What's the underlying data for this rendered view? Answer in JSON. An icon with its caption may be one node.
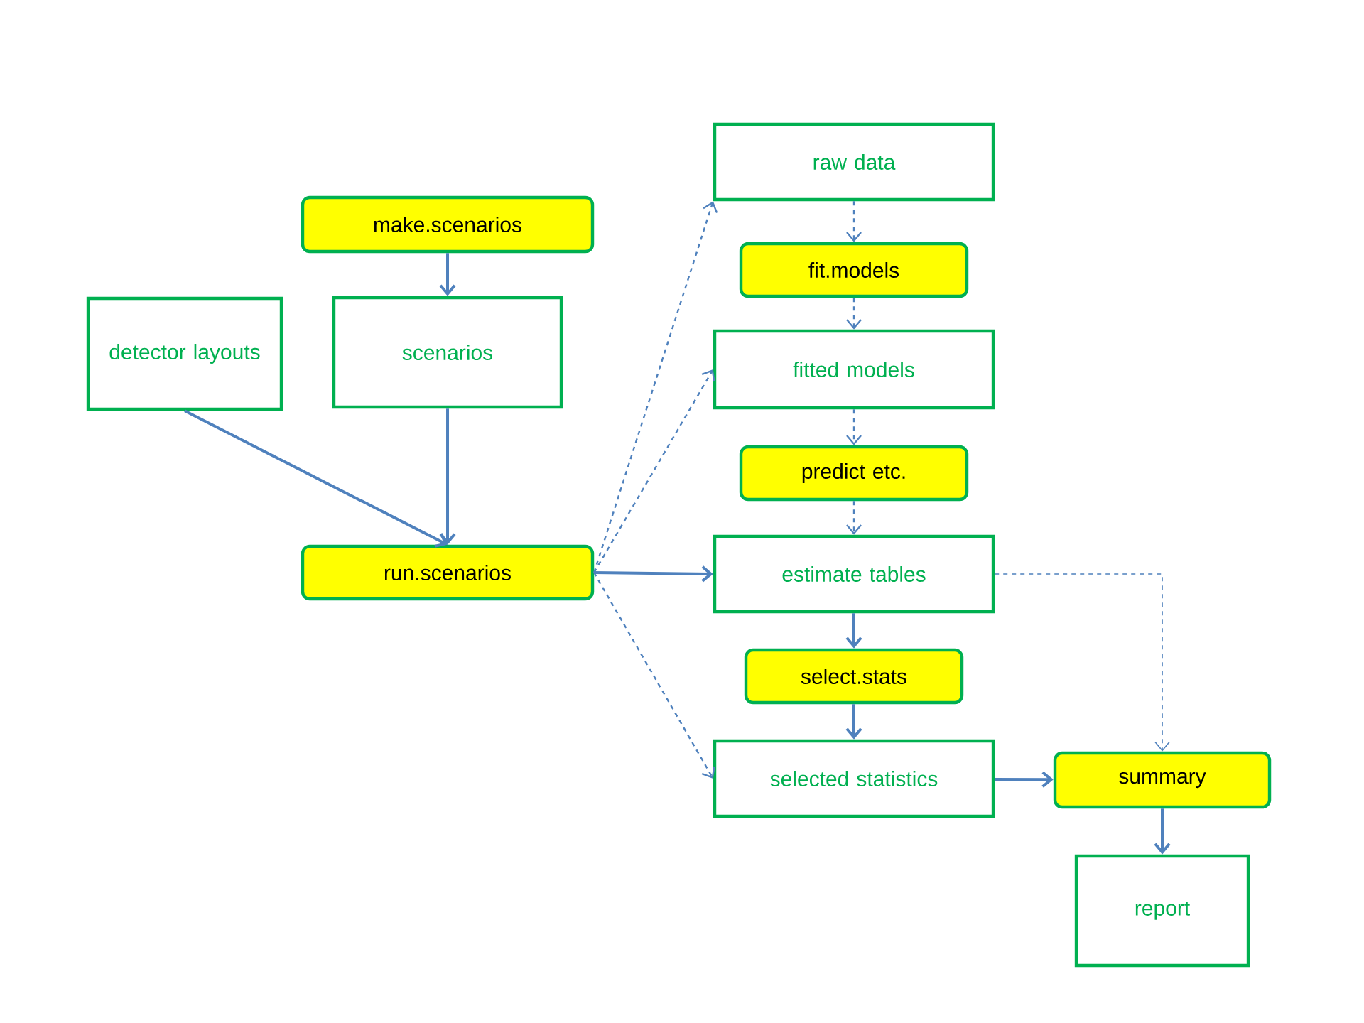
{
  "diagram": {
    "nodes": [
      {
        "text": [
          "make.scenarios"
        ]
      },
      {
        "text": [
          "detector layouts"
        ]
      },
      {
        "text": [
          "scenarios"
        ]
      },
      {
        "text": [
          "run.scenarios"
        ]
      },
      {
        "text": [
          "raw data"
        ]
      },
      {
        "text": [
          "fit.models"
        ]
      },
      {
        "text": [
          "fitted models"
        ]
      },
      {
        "text": [
          "predict etc."
        ]
      },
      {
        "text": [
          "estimate tables"
        ]
      },
      {
        "text": [
          "select.stats"
        ]
      },
      {
        "text": [
          "selected statistics"
        ]
      },
      {
        "text": [
          "summary"
        ]
      },
      {
        "text": [
          "report"
        ]
      }
    ],
    "edges": [
      {
        "from": 0,
        "to": 2,
        "arrow": "to"
      },
      {
        "from": 1,
        "to": 3,
        "arrow": "to"
      },
      {
        "from": 2,
        "to": 3,
        "arrow": "to"
      },
      {
        "from": 3,
        "to": 4,
        "arrow": "to",
        "style": "dashed"
      },
      {
        "from": 3,
        "to": 6,
        "arrow": "to",
        "style": "dashed"
      },
      {
        "from": 3,
        "to": 8,
        "arrow": "to"
      },
      {
        "from": 3,
        "to": 10,
        "arrow": "to",
        "style": "dashed"
      },
      {
        "from": 4,
        "to": 5,
        "arrow": "to",
        "style": "dashed"
      },
      {
        "from": 5,
        "to": 6,
        "arrow": "to",
        "style": "dashed"
      },
      {
        "from": 6,
        "to": 7,
        "arrow": "to",
        "style": "dashed"
      },
      {
        "from": 7,
        "to": 8,
        "arrow": "to",
        "style": "dashed"
      },
      {
        "from": 8,
        "to": 9,
        "arrow": "to"
      },
      {
        "from": 9,
        "to": 10,
        "arrow": "to"
      },
      {
        "from": 8,
        "to": 11,
        "arrow": "to",
        "style": "dashed"
      },
      {
        "from": 10,
        "to": 11,
        "arrow": "to"
      },
      {
        "from": 11,
        "to": 12,
        "arrow": "to"
      }
    ]
  }
}
